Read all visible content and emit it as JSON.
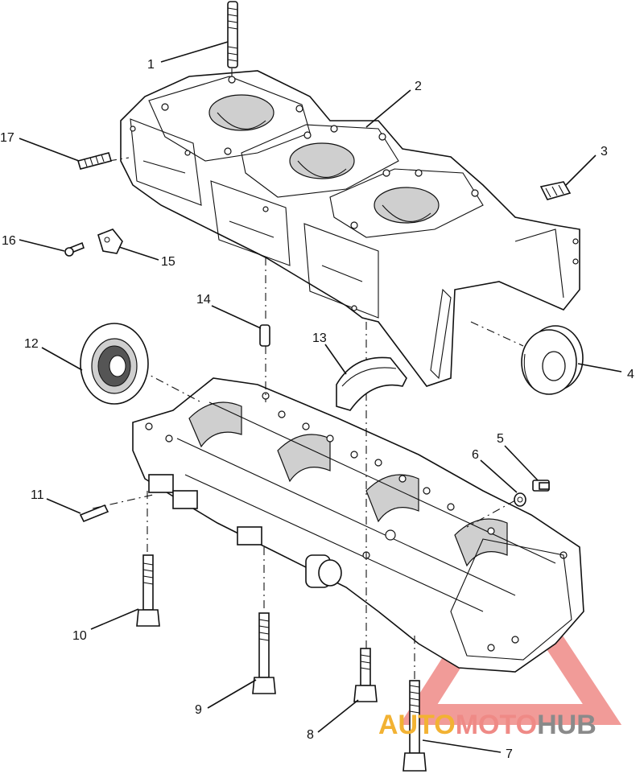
{
  "diagram": {
    "callouts": [
      "1",
      "2",
      "3",
      "4",
      "5",
      "6",
      "7",
      "8",
      "9",
      "10",
      "11",
      "12",
      "13",
      "14",
      "15",
      "16",
      "17"
    ]
  },
  "watermark": {
    "part1": "AUTO",
    "part2": "MOTO",
    "part3": "HUB",
    "colors": {
      "yellow": "#f2b233",
      "pink": "#ef8a86",
      "gray": "#8a8a8a"
    }
  }
}
